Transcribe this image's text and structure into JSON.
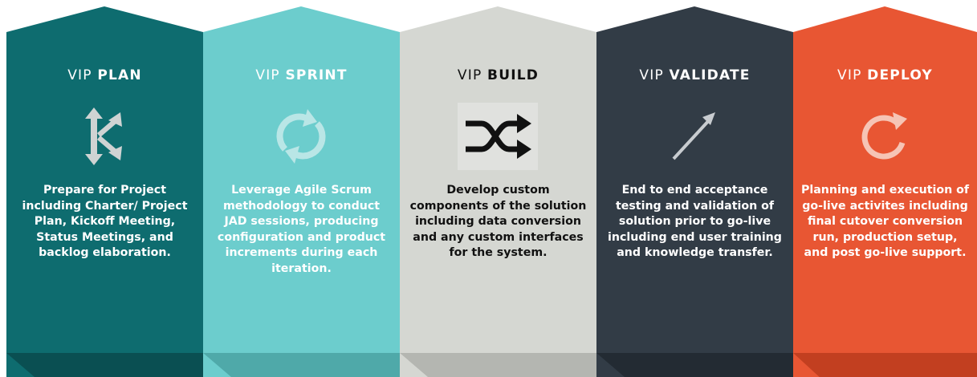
{
  "colors": {
    "plan": "#0e6c6f",
    "sprint": "#6ccdcd",
    "build": "#d5d7d2",
    "validate": "#323c46",
    "deploy": "#e85633"
  },
  "panels": [
    {
      "id": "plan",
      "title_prefix": "VIP",
      "title_strong": "PLAN",
      "icon": "branch-arrows-icon",
      "description": "Prepare for Project including Charter/ Project Plan, Kickoff Meeting, Status Meetings, and backlog elaboration."
    },
    {
      "id": "sprint",
      "title_prefix": "VIP",
      "title_strong": "SPRINT",
      "icon": "cycle-arrows-icon",
      "description": "Leverage Agile Scrum methodology to conduct JAD sessions, producing configuration and product increments during each iteration."
    },
    {
      "id": "build",
      "title_prefix": "VIP",
      "title_strong": "BUILD",
      "icon": "shuffle-icon",
      "description": "Develop custom components of the solution including data conversion and any custom interfaces for the system."
    },
    {
      "id": "validate",
      "title_prefix": "VIP",
      "title_strong": "VALIDATE",
      "icon": "diagonal-arrow-icon",
      "description": "End to end acceptance testing and validation of solution prior to go-live including end user training and knowledge transfer."
    },
    {
      "id": "deploy",
      "title_prefix": "VIP",
      "title_strong": "DEPLOY",
      "icon": "refresh-icon",
      "description": "Planning and execution of go-live activites including final cutover conversion run, production setup, and post go-live support."
    }
  ]
}
